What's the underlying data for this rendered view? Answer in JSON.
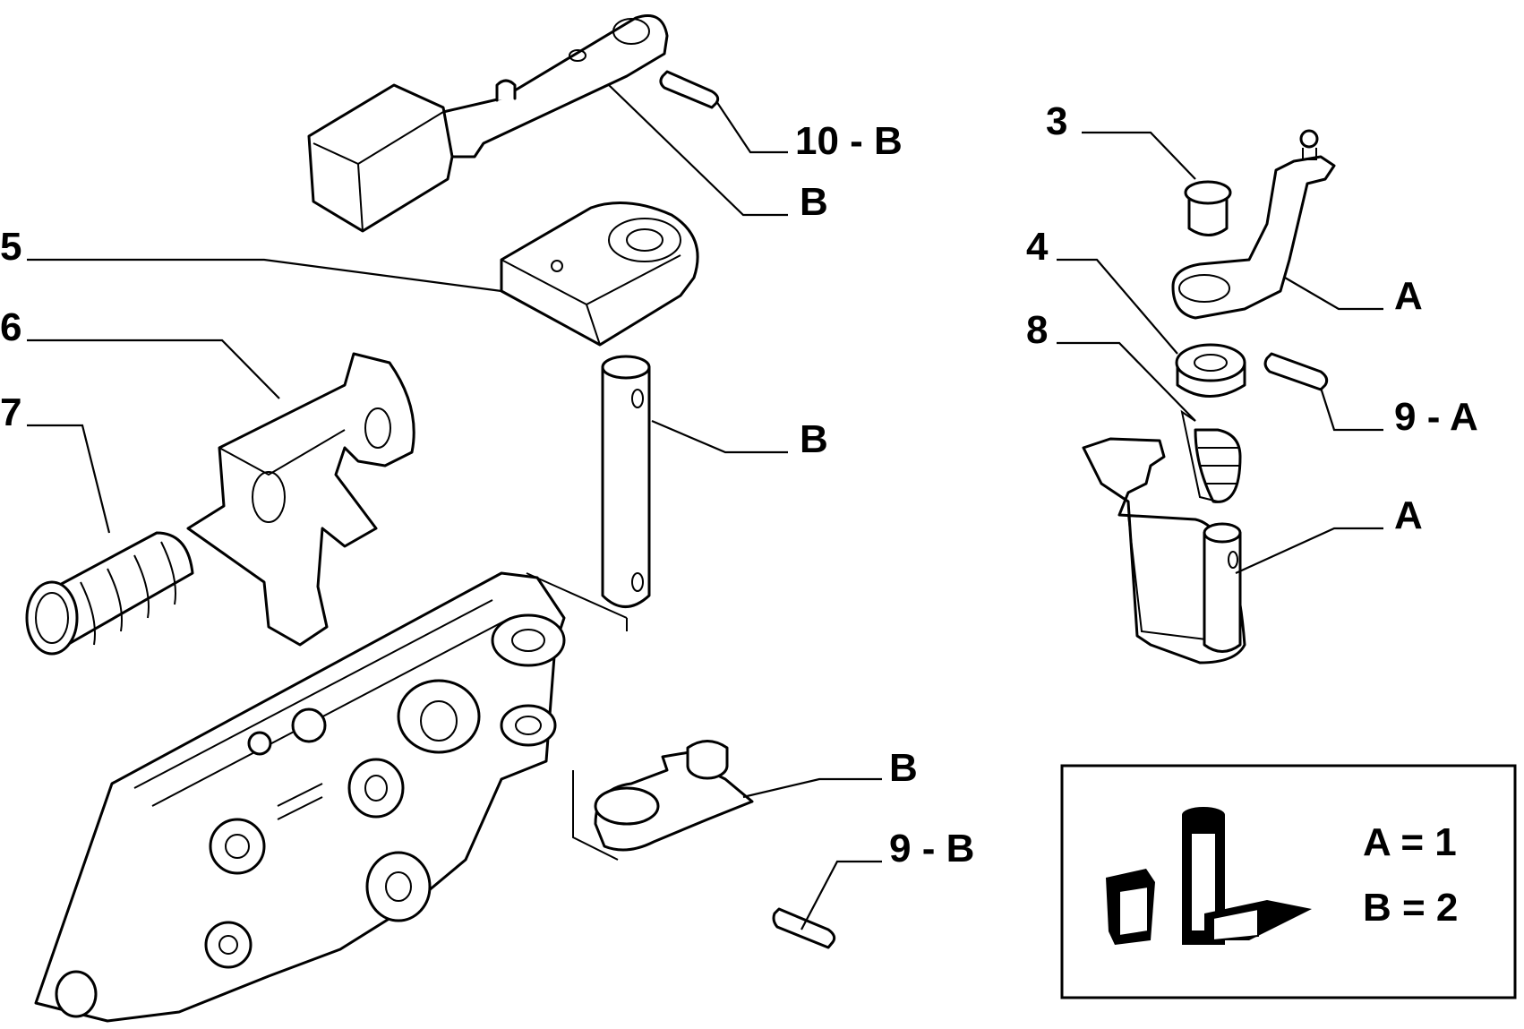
{
  "callouts": {
    "c10b": "10 - B",
    "b_arm": "B",
    "c3": "3",
    "c5": "5",
    "c4": "4",
    "a_lever": "A",
    "c6": "6",
    "c8": "8",
    "b_pin": "B",
    "c9a": "9 - A",
    "c7": "7",
    "a_bracket": "A",
    "b_lower": "B",
    "c9b": "9 - B"
  },
  "legend": {
    "line_a": "A = 1",
    "line_b": "B = 2"
  }
}
